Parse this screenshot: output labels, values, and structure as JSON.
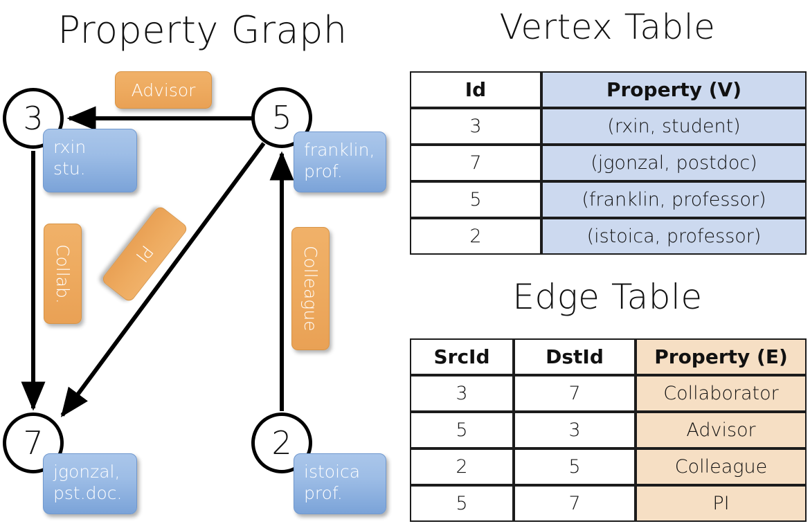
{
  "titles": {
    "property_graph": "Property Graph",
    "vertex_table": "Vertex Table",
    "edge_table": "Edge Table"
  },
  "graph": {
    "nodes": [
      {
        "id": "3",
        "property": "rxin\nstu."
      },
      {
        "id": "5",
        "property": "franklin,\nprof."
      },
      {
        "id": "7",
        "property": "jgonzal,\npst.doc."
      },
      {
        "id": "2",
        "property": "istoica\nprof."
      }
    ],
    "node_labels": {
      "n3": "3",
      "n5": "5",
      "n7": "7",
      "n2": "2"
    },
    "node_properties": {
      "n3_line1": "rxin",
      "n3_line2": "stu.",
      "n5_line1": "franklin,",
      "n5_line2": "prof.",
      "n7_line1": "jgonzal,",
      "n7_line2": "pst.doc.",
      "n2_line1": "istoica",
      "n2_line2": "prof."
    },
    "edge_labels": {
      "advisor": "Advisor",
      "collab": "Collab.",
      "pi": "PI",
      "colleague": "Colleague"
    },
    "edges": [
      {
        "from": "5",
        "to": "3",
        "label": "Advisor"
      },
      {
        "from": "3",
        "to": "7",
        "label": "Collab."
      },
      {
        "from": "5",
        "to": "7",
        "label": "PI"
      },
      {
        "from": "2",
        "to": "5",
        "label": "Colleague"
      }
    ]
  },
  "vertex_table": {
    "headers": {
      "id": "Id",
      "property": "Property (V)"
    },
    "rows": [
      {
        "id": "3",
        "property": "(rxin, student)"
      },
      {
        "id": "7",
        "property": "(jgonzal, postdoc)"
      },
      {
        "id": "5",
        "property": "(franklin, professor)"
      },
      {
        "id": "2",
        "property": "(istoica, professor)"
      }
    ]
  },
  "edge_table": {
    "headers": {
      "src": "SrcId",
      "dst": "DstId",
      "property": "Property (E)"
    },
    "rows": [
      {
        "src": "3",
        "dst": "7",
        "property": "Collaborator"
      },
      {
        "src": "5",
        "dst": "3",
        "property": "Advisor"
      },
      {
        "src": "2",
        "dst": "5",
        "property": "Colleague"
      },
      {
        "src": "5",
        "dst": "7",
        "property": "PI"
      }
    ]
  },
  "colors": {
    "vertex_property_bg": "#ccd9ef",
    "edge_property_bg": "#f6dfc4",
    "node_property_box": "#7ba3d8",
    "edge_label_box": "#eeab60",
    "stroke": "#000000"
  }
}
